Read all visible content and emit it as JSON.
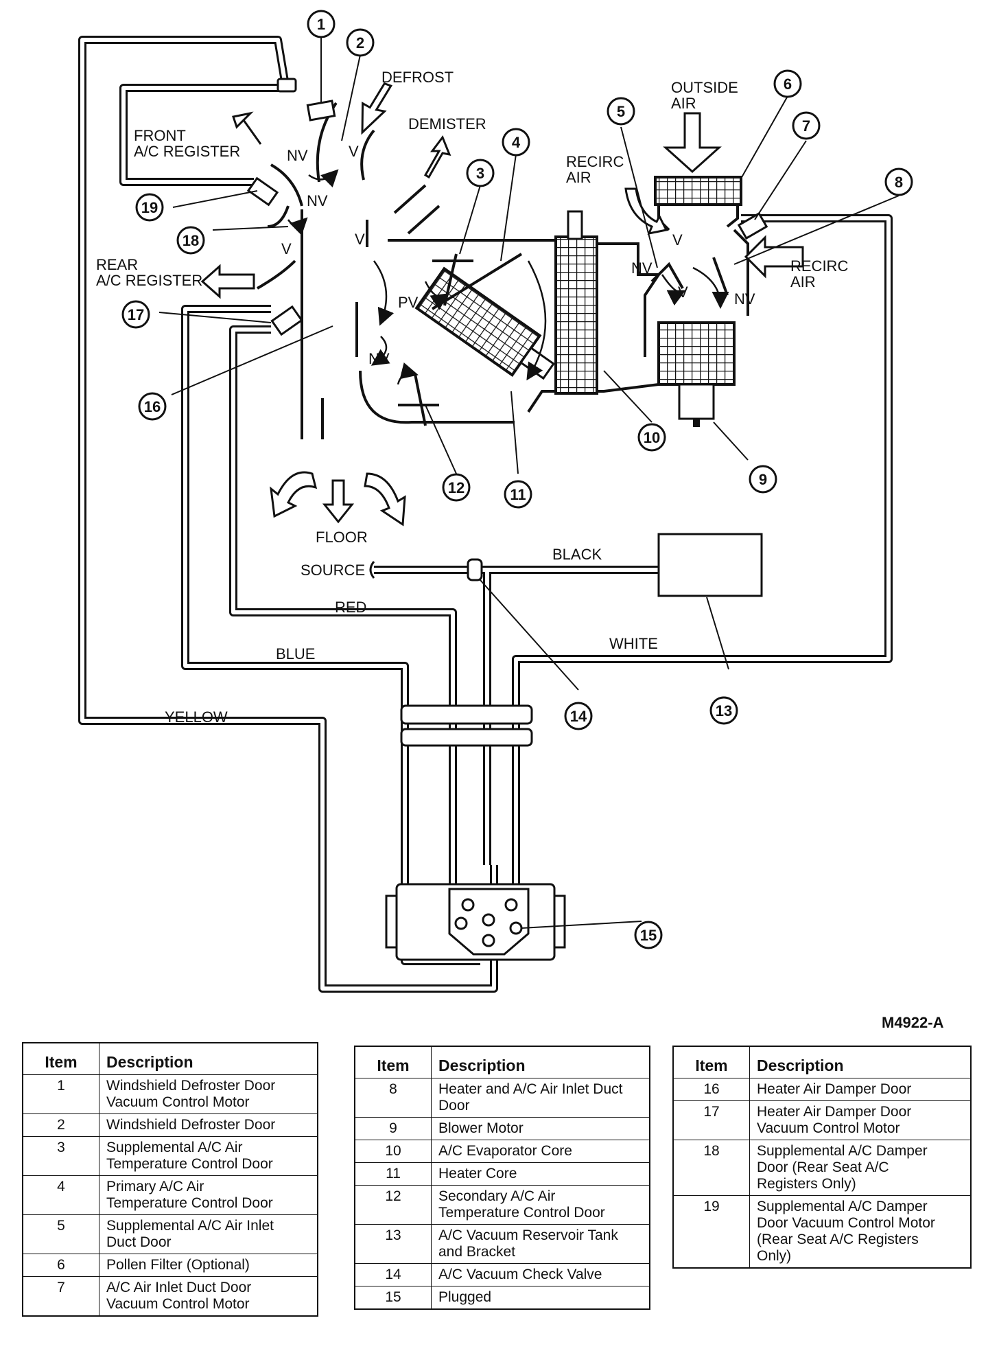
{
  "figure_code": "M4922-A",
  "labels": {
    "defrost": "DEFROST",
    "demister": "DEMISTER",
    "front_register": "FRONT\nA/C REGISTER",
    "rear_register": "REAR\nA/C REGISTER",
    "outside_air": "OUTSIDE\nAIR",
    "recirc_air_left": "RECIRC\nAIR",
    "recirc_air_right": "RECIRC\nAIR",
    "floor": "FLOOR",
    "source": "SOURCE",
    "black": "BLACK",
    "red": "RED",
    "blue": "BLUE",
    "white": "WHITE",
    "yellow": "YELLOW",
    "nv": "NV",
    "v": "V",
    "pv": "PV"
  },
  "callouts": [
    "1",
    "2",
    "3",
    "4",
    "5",
    "6",
    "7",
    "8",
    "9",
    "10",
    "11",
    "12",
    "13",
    "14",
    "15",
    "16",
    "17",
    "18",
    "19"
  ],
  "tables": {
    "header_item": "Item",
    "header_description": "Description",
    "table1": [
      {
        "item": "1",
        "desc": "Windshield Defroster Door\nVacuum Control Motor"
      },
      {
        "item": "2",
        "desc": "Windshield Defroster Door"
      },
      {
        "item": "3",
        "desc": "Supplemental A/C Air\nTemperature Control Door"
      },
      {
        "item": "4",
        "desc": "Primary A/C Air\nTemperature Control Door"
      },
      {
        "item": "5",
        "desc": "Supplemental A/C Air Inlet\nDuct Door"
      },
      {
        "item": "6",
        "desc": "Pollen Filter (Optional)"
      },
      {
        "item": "7",
        "desc": "A/C Air Inlet Duct Door\nVacuum Control Motor"
      }
    ],
    "table2": [
      {
        "item": "8",
        "desc": "Heater and A/C Air Inlet Duct\nDoor"
      },
      {
        "item": "9",
        "desc": "Blower Motor"
      },
      {
        "item": "10",
        "desc": "A/C Evaporator Core"
      },
      {
        "item": "11",
        "desc": "Heater Core"
      },
      {
        "item": "12",
        "desc": "Secondary A/C Air\nTemperature Control Door\n "
      },
      {
        "item": "13",
        "desc": "A/C Vacuum Reservoir Tank\nand Bracket"
      },
      {
        "item": "14",
        "desc": "A/C Vacuum Check Valve"
      },
      {
        "item": "15",
        "desc": "Plugged"
      }
    ],
    "table3": [
      {
        "item": "16",
        "desc": "Heater Air Damper Door"
      },
      {
        "item": "17",
        "desc": "Heater Air Damper Door\nVacuum Control Motor"
      },
      {
        "item": "18",
        "desc": "Supplemental A/C Damper\nDoor (Rear Seat A/C\nRegisters Only)"
      },
      {
        "item": "19",
        "desc": "Supplemental A/C Damper\nDoor Vacuum Control Motor\n(Rear Seat A/C Registers\nOnly)"
      }
    ]
  }
}
